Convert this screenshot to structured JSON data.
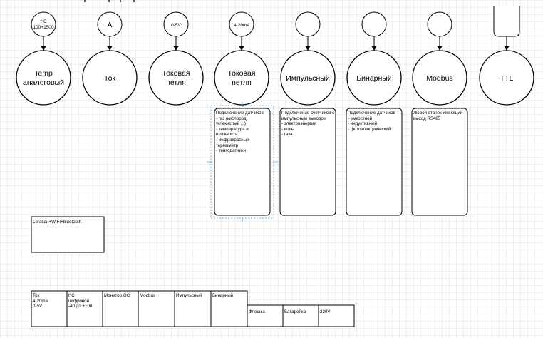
{
  "nodes": [
    {
      "input": "t°C\n100+1500",
      "label": "Temp\nаналоговый"
    },
    {
      "input": "A",
      "label": "Ток"
    },
    {
      "input": "0-5V",
      "label": "Токовая\nпетля"
    },
    {
      "input": "4-20ma",
      "label": "Токовая\nпетля"
    },
    {
      "input": "",
      "label": "Импульсный"
    },
    {
      "input": "",
      "label": "Бинарный"
    },
    {
      "input": "",
      "label": "Modbus"
    },
    {
      "input": "",
      "label": "TTL"
    }
  ],
  "notes": [
    "Подключение датчиков\n- газ (кислород, углекислый ...)\n- температура и влажность\n- инфракрасный термометр\n- тензодатчики",
    "Подключение счетчиков с импульсным выходом\n- электроэнергии\n- воды\n- газа",
    "Подключение датчиков\n- емкостной\n- индуктивный\n- фотоэлектрический",
    "Любой станок имеющий выход RS485"
  ],
  "comm_box": "Loraван+WIFI+bluetooth",
  "table": {
    "row1": [
      "Ток\n4-20ma\n0-5V",
      "t°C\nцифровой\n-40 до +100",
      "Монитор ОС",
      "Modbus",
      "Импульсный",
      "Бинарный"
    ],
    "row2": [
      "Флешка",
      "Батарейка",
      "220V"
    ]
  }
}
